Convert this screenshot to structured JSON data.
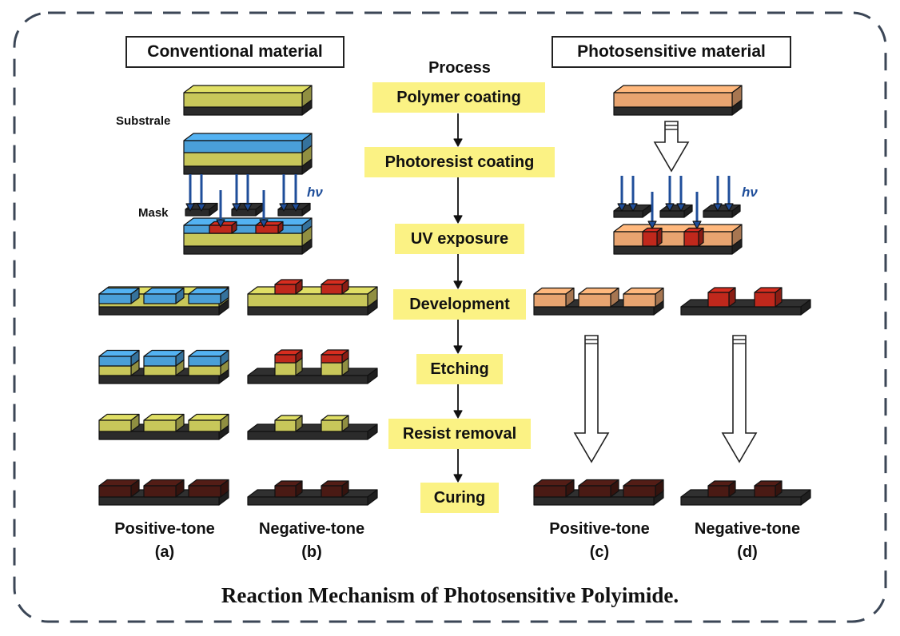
{
  "headers": {
    "left": "Conventional material",
    "center": "Process",
    "right": "Photosensitive material"
  },
  "process_steps": [
    "Polymer coating",
    "Photoresist coating",
    "UV exposure",
    "Development",
    "Etching",
    "Resist removal",
    "Curing"
  ],
  "labels": {
    "substrate": "Substrale",
    "mask": "Mask",
    "hv": "hν"
  },
  "columns": [
    {
      "tone": "Positive-tone",
      "letter": "(a)"
    },
    {
      "tone": "Negative-tone",
      "letter": "(b)"
    },
    {
      "tone": "Positive-tone",
      "letter": "(c)"
    },
    {
      "tone": "Negative-tone",
      "letter": "(d)"
    }
  ],
  "caption": "Reaction Mechanism of Photosensitive Polyimide.",
  "colors": {
    "polyimide": "#c8c75a",
    "photoresist": "#4a9fd8",
    "photosensitive": "#e8a470",
    "exposed": "#c0281c",
    "cured": "#4a1a14",
    "substrate": "#2b2b2b",
    "step_fill": "#fbf284",
    "uv_arrow": "#1f4e9a"
  }
}
